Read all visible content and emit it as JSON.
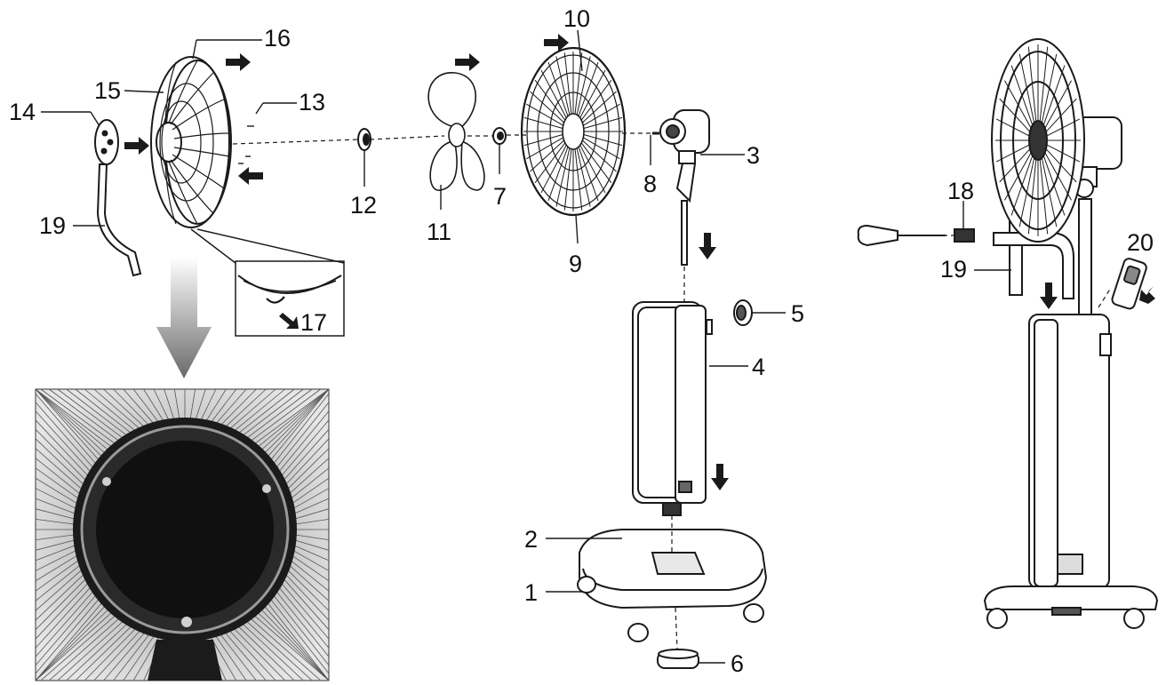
{
  "labels": {
    "l1": "1",
    "l2": "2",
    "l3": "3",
    "l4": "4",
    "l5": "5",
    "l6": "6",
    "l7": "7",
    "l8": "8",
    "l9": "9",
    "l10": "10",
    "l11": "11",
    "l12": "12",
    "l13": "13",
    "l14": "14",
    "l15": "15",
    "l16": "16",
    "l17": "17",
    "l18": "18",
    "l19": "19",
    "l19b": "19",
    "l20": "20"
  },
  "colors": {
    "ink": "#1a1a1a",
    "photo_bg": "#d9d9d9",
    "photo_dark": "#1b1b1b"
  }
}
